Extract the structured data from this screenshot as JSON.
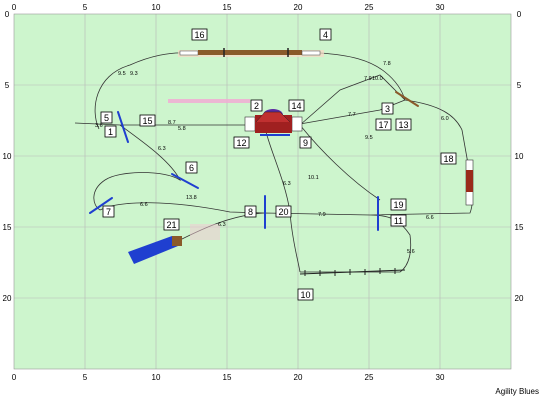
{
  "credit": "Agility Blues",
  "colors": {
    "field": "#cdf5cd",
    "grid": "#b8b8b8",
    "path": "#333333",
    "tunnel": "#1f3fd0",
    "walk_plank": "#8a5a2a",
    "tire": "#9a2a1a"
  },
  "axis": {
    "x_ticks": [
      "0",
      "5",
      "10",
      "15",
      "20",
      "25",
      "30"
    ],
    "y_ticks": [
      "0",
      "5",
      "10",
      "15",
      "20"
    ]
  },
  "obstacles": [
    {
      "num": "1",
      "type": "jump"
    },
    {
      "num": "2",
      "type": "tire"
    },
    {
      "num": "3",
      "type": "jump"
    },
    {
      "num": "4",
      "type": "dogwalk"
    },
    {
      "num": "5",
      "type": "jump"
    },
    {
      "num": "6",
      "type": "jump"
    },
    {
      "num": "7",
      "type": "jump"
    },
    {
      "num": "8",
      "type": "jump"
    },
    {
      "num": "9",
      "type": "jump"
    },
    {
      "num": "10",
      "type": "weaves"
    },
    {
      "num": "11",
      "type": "jump"
    },
    {
      "num": "12",
      "type": "tire"
    },
    {
      "num": "13",
      "type": "jump"
    },
    {
      "num": "14",
      "type": "tire"
    },
    {
      "num": "15",
      "type": "jump"
    },
    {
      "num": "16",
      "type": "dogwalk"
    },
    {
      "num": "17",
      "type": "jump"
    },
    {
      "num": "18",
      "type": "a-frame"
    },
    {
      "num": "19",
      "type": "jump"
    },
    {
      "num": "20",
      "type": "jump"
    },
    {
      "num": "21",
      "type": "tunnel"
    }
  ],
  "distances": [
    "9.5",
    "9.3",
    "7.8",
    "7.9",
    "10.0",
    "7.7",
    "9.5",
    "6.0",
    "3.6",
    "8.7",
    "5.8",
    "6.3",
    "6.3",
    "10.1",
    "13.8",
    "6.6",
    "6.3",
    "7.9",
    "6.6",
    "5.6"
  ]
}
